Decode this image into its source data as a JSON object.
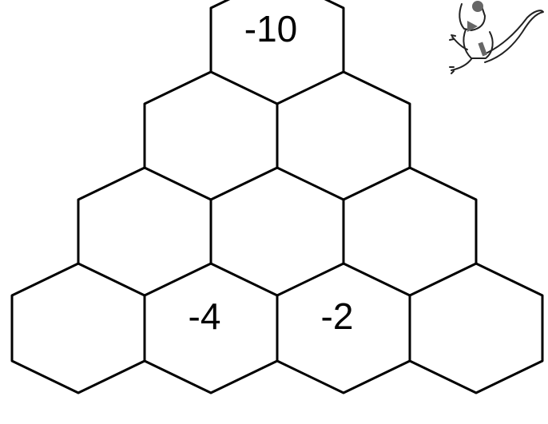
{
  "puzzle": {
    "rows": [
      [
        "-10"
      ],
      [
        "",
        ""
      ],
      [
        "",
        "",
        ""
      ],
      [
        "",
        "-4",
        "-2",
        ""
      ]
    ]
  },
  "mascot": {
    "icon": "lizard-icon"
  },
  "colors": {
    "background": "#ffffff",
    "stroke": "#000000",
    "text": "#000000"
  }
}
